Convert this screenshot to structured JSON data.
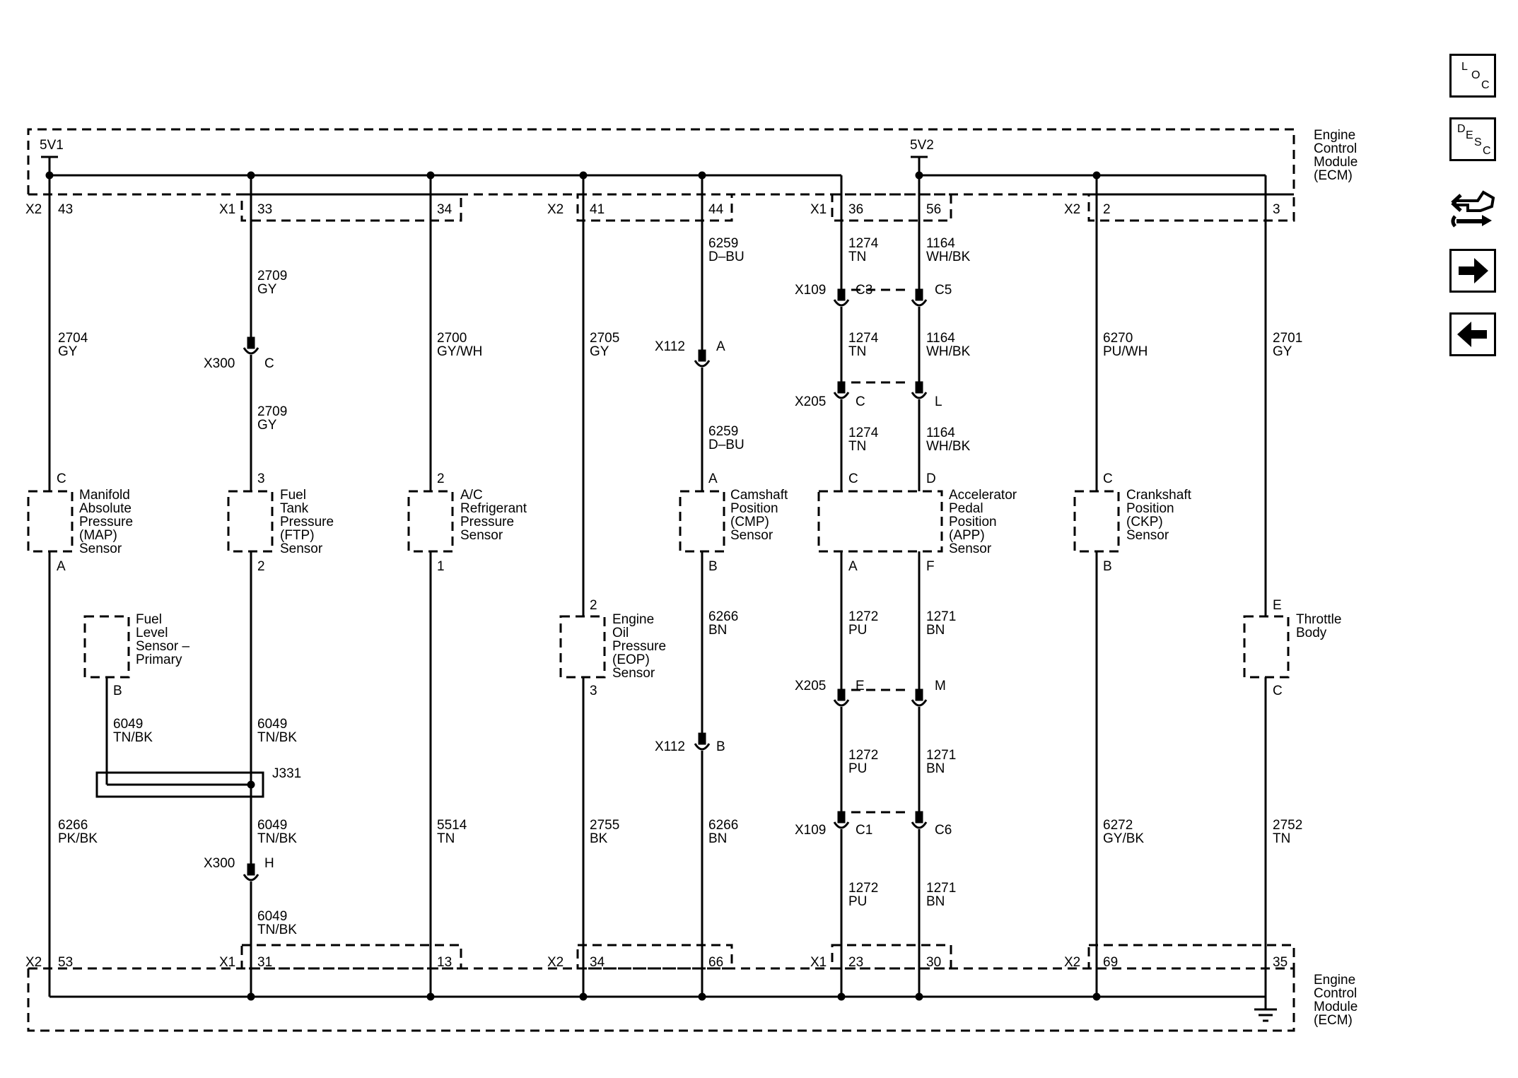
{
  "ecm": {
    "top_label": "Engine\nControl\nModule\n(ECM)",
    "bottom_label": "Engine\nControl\nModule\n(ECM)",
    "supply_1": "5V1",
    "supply_2": "5V2"
  },
  "nav": {
    "loc": {
      "l1": "L",
      "l2": "O",
      "l3": "C"
    },
    "desc": {
      "l1": "D",
      "l2": "E",
      "l3": "S",
      "l4": "C"
    }
  },
  "circuits": [
    {
      "id": "map",
      "top_conn": "X2",
      "top_pin": "43",
      "bottom_conn": "X2",
      "bottom_pin": "53",
      "upper_wire": "2704\nGY",
      "sensor_top_pin": "C",
      "sensor_bottom_pin": "A",
      "sensor_label": "Manifold\nAbsolute\nPressure\n(MAP)\nSensor",
      "lower_wire": "6266\nPK/BK"
    },
    {
      "id": "ftp",
      "top_conn": "X1",
      "top_pin": "33",
      "bottom_conn": "X1",
      "bottom_pin": "31",
      "upper_wire_1": "2709\nGY",
      "inline_1": "X300",
      "inline_1_pin": "C",
      "upper_wire_2": "2709\nGY",
      "sensor_top_pin": "3",
      "sensor_bottom_pin": "2",
      "sensor_label": "Fuel\nTank\nPressure\n(FTP)\nSensor",
      "lower_wire_1": "6049\nTN/BK",
      "lower_wire_2": "6049\nTN/BK",
      "inline_2": "X300",
      "inline_2_pin": "H",
      "lower_wire_3": "6049\nTN/BK"
    },
    {
      "id": "fuel_level",
      "sensor_label": "Fuel\nLevel\nSensor –\nPrimary",
      "sensor_bottom_pin": "B",
      "wire": "6049\nTN/BK",
      "splice": "J331"
    },
    {
      "id": "ac",
      "top_pin": "34",
      "bottom_pin": "13",
      "upper_wire": "2700\nGY/WH",
      "sensor_top_pin": "2",
      "sensor_bottom_pin": "1",
      "sensor_label": "A/C\nRefrigerant\nPressure\nSensor",
      "lower_wire": "5514\nTN"
    },
    {
      "id": "eop",
      "top_conn": "X2",
      "top_pin": "41",
      "bottom_conn": "X2",
      "bottom_pin": "34",
      "upper_wire": "2705\nGY",
      "sensor_top_pin": "2",
      "sensor_bottom_pin": "3",
      "sensor_label": "Engine\nOil\nPressure\n(EOP)\nSensor",
      "lower_wire": "2755\nBK"
    },
    {
      "id": "cmp",
      "top_pin": "44",
      "bottom_pin": "66",
      "upper_wire_1": "6259\nD–BU",
      "inline_1": "X112",
      "inline_1_pin": "A",
      "upper_wire_2": "6259\nD–BU",
      "sensor_top_pin": "A",
      "sensor_bottom_pin": "B",
      "sensor_label": "Camshaft\nPosition\n(CMP)\nSensor",
      "lower_wire_1": "6266\nBN",
      "inline_2": "X112",
      "inline_2_pin": "B",
      "lower_wire_2": "6266\nBN"
    },
    {
      "id": "app",
      "top_conn": "X1",
      "bottom_conn": "X1",
      "sensor_label": "Accelerator\nPedal\nPosition\n(APP)\nSensor",
      "left_top_pin": "36",
      "right_top_pin": "56",
      "left_bottom_pin": "23",
      "right_bottom_pin": "30",
      "left_w1": "1274\nTN",
      "right_w1": "1164\nWH/BK",
      "x109_top": "X109",
      "x109_l": "C3",
      "x109_r": "C5",
      "left_w2": "1274\nTN",
      "right_w2": "1164\nWH/BK",
      "x205_top": "X205",
      "x205_l": "C",
      "x205_r": "L",
      "left_w3": "1274\nTN",
      "right_w3": "1164\nWH/BK",
      "sensor_l_top": "C",
      "sensor_r_top": "D",
      "sensor_l_bot": "A",
      "sensor_r_bot": "F",
      "left_w4": "1272\nPU",
      "right_w4": "1271\nBN",
      "x205_bot": "X205",
      "x205b_l": "E",
      "x205b_r": "M",
      "left_w5": "1272\nPU",
      "right_w5": "1271\nBN",
      "x109_bot": "X109",
      "x109b_l": "C1",
      "x109b_r": "C6",
      "left_w6": "1272\nPU",
      "right_w6": "1271\nBN"
    },
    {
      "id": "ckp",
      "top_conn": "X2",
      "top_pin": "2",
      "bottom_conn": "X2",
      "bottom_pin": "69",
      "upper_wire": "6270\nPU/WH",
      "sensor_top_pin": "C",
      "sensor_bottom_pin": "B",
      "sensor_label": "Crankshaft\nPosition\n(CKP)\nSensor",
      "lower_wire": "6272\nGY/BK"
    },
    {
      "id": "throttle",
      "top_pin": "3",
      "bottom_pin": "35",
      "upper_wire": "2701\nGY",
      "sensor_top_pin": "E",
      "sensor_bottom_pin": "C",
      "sensor_label": "Throttle\nBody",
      "lower_wire": "2752\nTN"
    }
  ]
}
